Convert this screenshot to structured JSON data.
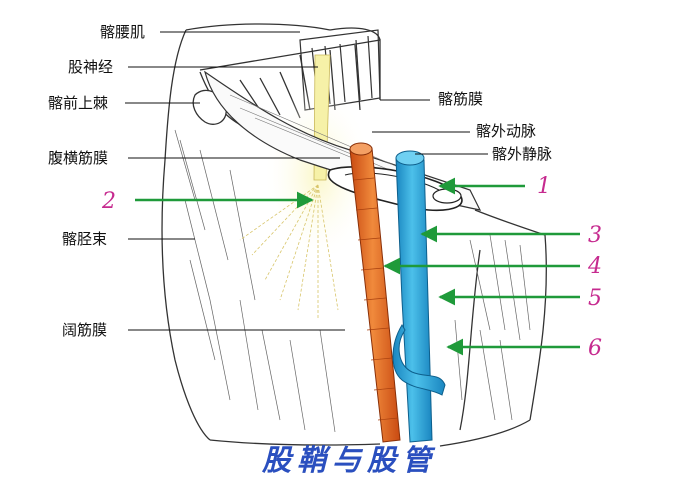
{
  "title": "股鞘与股管",
  "labels": {
    "iliopsoas": "髂腰肌",
    "femoral_nerve": "股神经",
    "asis": "髂前上棘",
    "iliac_fascia": "髂筋膜",
    "ext_iliac_artery": "髂外动脉",
    "ext_iliac_vein": "髂外静脉",
    "transversalis_fascia": "腹横筋膜",
    "iliotibial_tract": "髂胫束",
    "fascia_lata": "阔筋膜"
  },
  "markers": [
    "1",
    "2",
    "3",
    "4",
    "5",
    "6"
  ],
  "colors": {
    "artery": "#e0651e",
    "vein": "#2aa6d8",
    "nerve": "#f6f1a8",
    "arrow": "#1f9a3a",
    "number": "#c62a8f",
    "title": "#2a4fbf"
  }
}
